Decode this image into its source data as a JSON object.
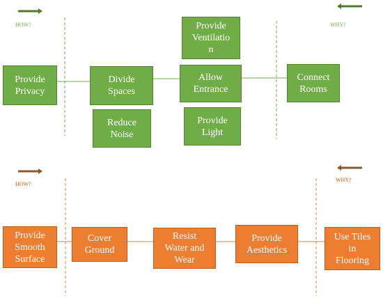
{
  "colors": {
    "green_fill": "#70ad47",
    "green_dark": "#548235",
    "orange_fill": "#ed7d31",
    "orange_dark": "#c55a11",
    "arrow_top": "#4f7a2c",
    "arrow_bottom": "#8b5a2b"
  },
  "top_diagram": {
    "how_label": "HOW?",
    "why_label": "WHY?",
    "nodes": {
      "provide_privacy": "Provide\nPrivacy",
      "divide_spaces": "Divide\nSpaces",
      "provide_ventilation": "Provide\nVentilatio\nn",
      "allow_entrance": "Allow\nEntrance",
      "connect_rooms": "Connect\nRooms",
      "reduce_noise": "Reduce\nNoise",
      "provide_light": "Provide\nLight"
    }
  },
  "bottom_diagram": {
    "how_label": "HOW?",
    "why_label": "WHY?",
    "nodes": {
      "provide_smooth_surface": "Provide\nSmooth\nSurface",
      "cover_ground": "Cover\nGround",
      "resist_water_and_wear": "Resist\nWater and\nWear",
      "provide_aesthetics": "Provide\nAesthetics",
      "use_tiles_in_flooring": "Use Tiles\nin\nFlooring"
    }
  }
}
